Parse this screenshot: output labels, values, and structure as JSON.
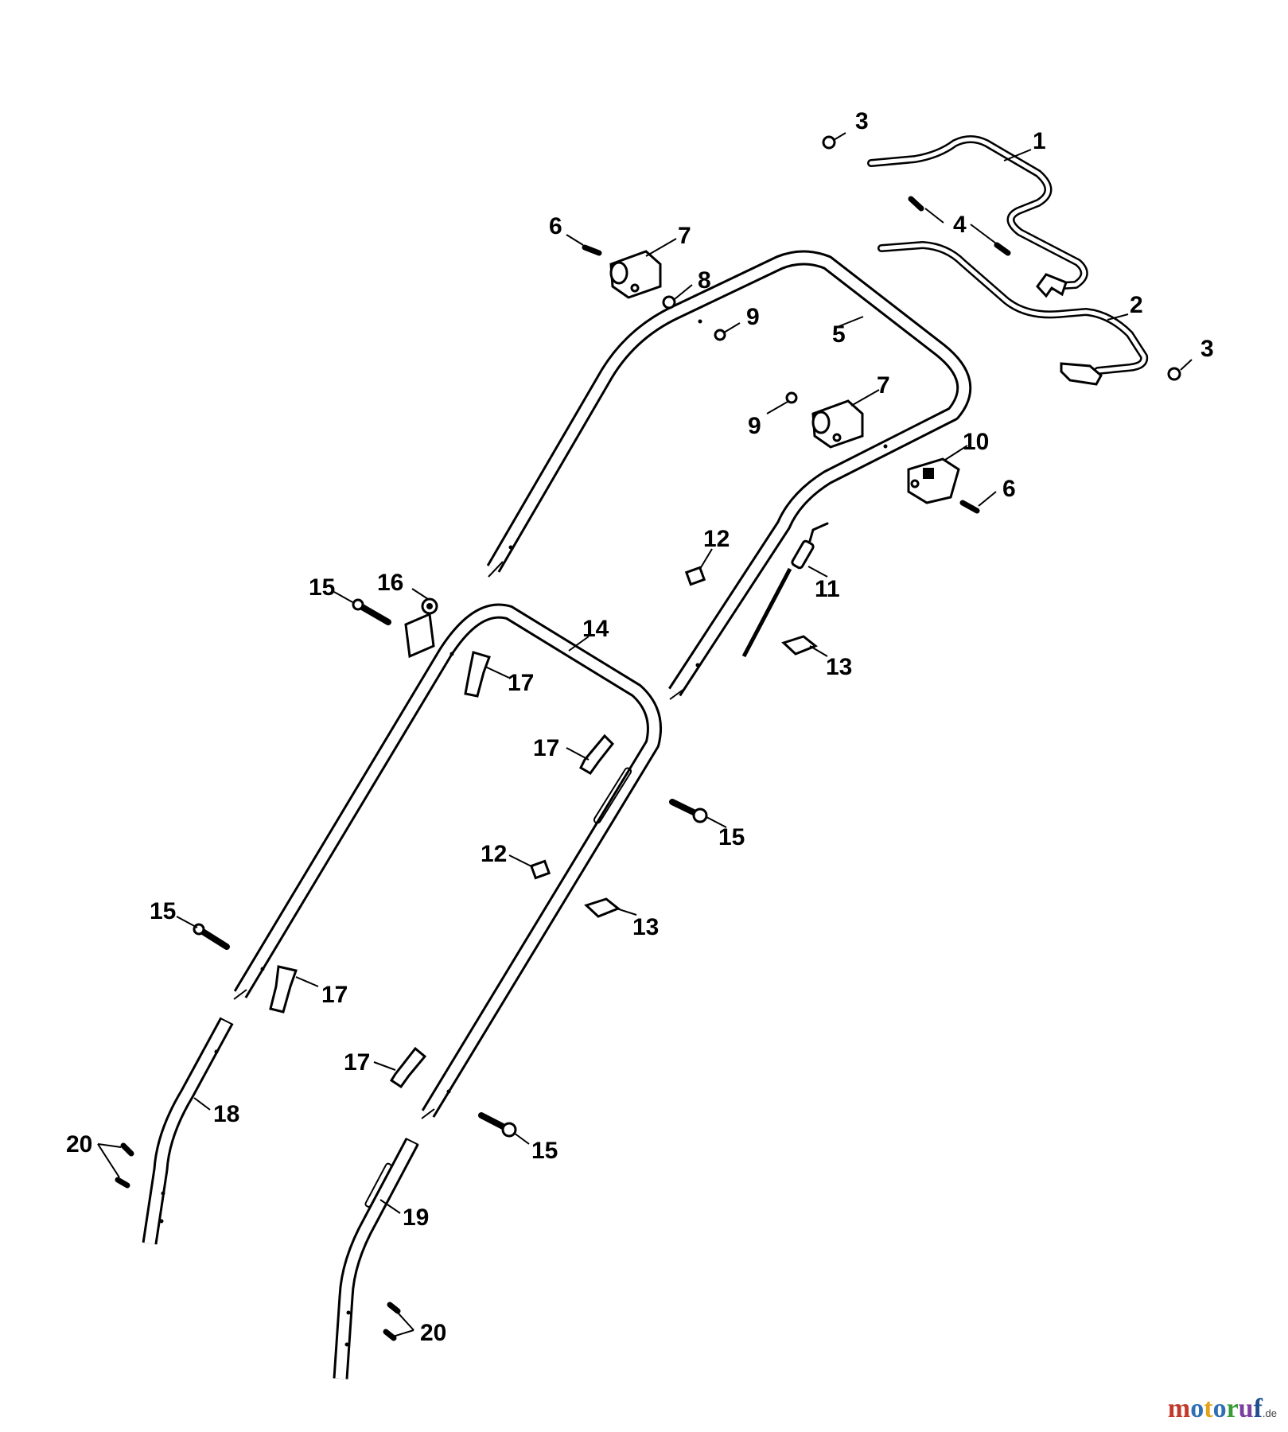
{
  "labels": {
    "p1": "1",
    "p2": "2",
    "p3a": "3",
    "p3b": "3",
    "p4": "4",
    "p5": "5",
    "p6a": "6",
    "p6b": "6",
    "p7a": "7",
    "p7b": "7",
    "p8": "8",
    "p9a": "9",
    "p9b": "9",
    "p10": "10",
    "p11": "11",
    "p12a": "12",
    "p12b": "12",
    "p13a": "13",
    "p13b": "13",
    "p14": "14",
    "p15a": "15",
    "p15b": "15",
    "p15c": "15",
    "p15d": "15",
    "p16": "16",
    "p17a": "17",
    "p17b": "17",
    "p17c": "17",
    "p17d": "17",
    "p18": "18",
    "p19": "19",
    "p20a": "20",
    "p20b": "20"
  },
  "watermark": {
    "text": "motoruf",
    "suffix": ".de"
  },
  "colors": {
    "ink": "#000000",
    "paper": "#ffffff",
    "logo_m": "#c0392b",
    "logo_o": "#2f6fb5",
    "logo_t": "#e2a21b",
    "logo_r": "#3a9a3a",
    "logo_u": "#7b3fa0",
    "logo_f": "#1f4f8f"
  }
}
